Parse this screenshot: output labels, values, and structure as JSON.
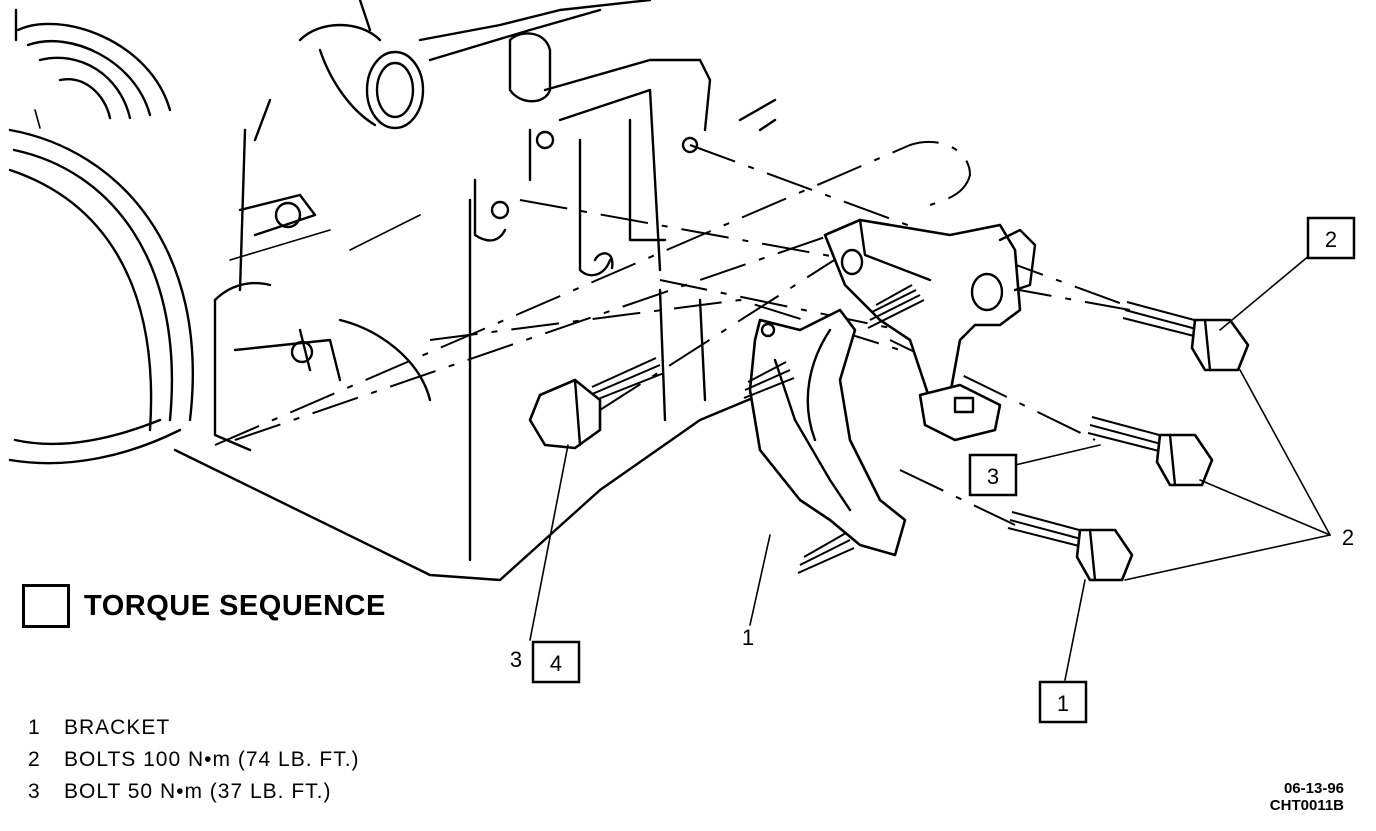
{
  "callouts": {
    "seq_2": "2",
    "seq_3": "3",
    "seq_4": "4",
    "seq_1": "1",
    "item_2": "2",
    "item_1": "1",
    "item_3": "3"
  },
  "torque_legend": {
    "label": "TORQUE SEQUENCE"
  },
  "parts_list": [
    {
      "num": "1",
      "text": "BRACKET"
    },
    {
      "num": "2",
      "text": "BOLTS 100 N•m (74 LB. FT.)"
    },
    {
      "num": "3",
      "text": "BOLT 50 N•m (37 LB. FT.)"
    }
  ],
  "figure_id": {
    "date": "06-13-96",
    "code": "CHT0011B"
  }
}
